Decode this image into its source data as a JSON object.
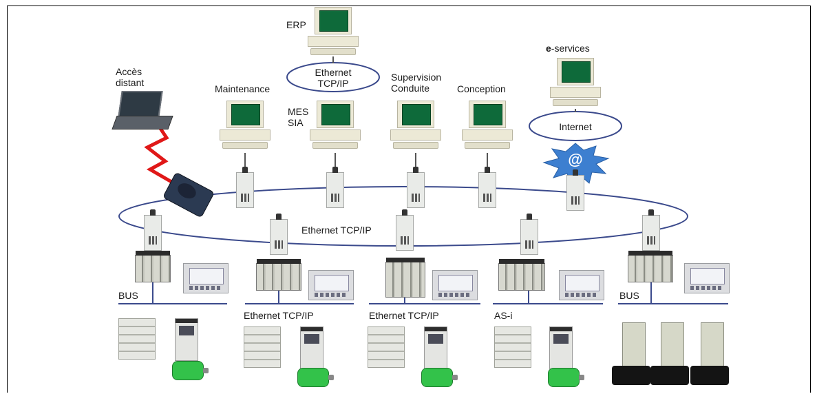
{
  "labels": {
    "erp": "ERP",
    "ethernet_tcpip_bubble": "Ethernet\nTCP/IP",
    "acces_distant": "Accès\ndistant",
    "maintenance": "Maintenance",
    "mes_sia": "MES\nSIA",
    "supervision_conduite": "Supervision\nConduite",
    "conception": "Conception",
    "e_services": "e-services",
    "internet": "Internet",
    "at_symbol": "@",
    "ring_ethernet": "Ethernet TCP/IP",
    "bus_left": "BUS",
    "field_ethernet_1": "Ethernet TCP/IP",
    "field_ethernet_2": "Ethernet TCP/IP",
    "as_i": "AS-i",
    "bus_right": "BUS"
  },
  "colors": {
    "ring": "#3b4a8c",
    "bus_line": "#3b4a8c",
    "screen_green": "#0e6a3a",
    "motor_green": "#33c24a",
    "lightning": "#e01818",
    "star_burst": "#3d7fd0"
  }
}
